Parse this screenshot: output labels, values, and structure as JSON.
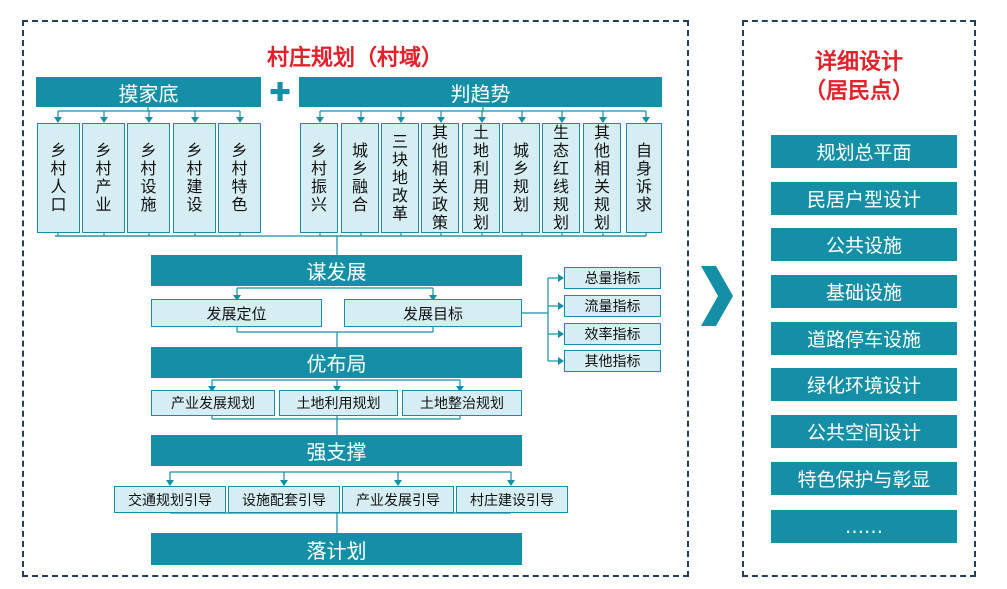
{
  "left_panel": {
    "title": "村庄规划（村域）",
    "mojiadi": {
      "label": "摸家底",
      "items": [
        "乡村人口",
        "乡村产业",
        "乡村设施",
        "乡村建设",
        "乡村特色"
      ]
    },
    "plus_symbol": "✚",
    "panqushi": {
      "label": "判趋势",
      "items": [
        "乡村振兴",
        "城乡融合",
        "三块地改革",
        "其他相关政策",
        "土地利用规划",
        "城乡规划",
        "生态红线规划",
        "其他相关规划",
        "自身诉求"
      ]
    },
    "moufazhan": {
      "label": "谋发展",
      "subitems": [
        "发展定位",
        "发展目标"
      ],
      "indicators": [
        "总量指标",
        "流量指标",
        "效率指标",
        "其他指标"
      ]
    },
    "youbuju": {
      "label": "优布局",
      "subitems": [
        "产业发展规划",
        "土地利用规划",
        "土地整治规划"
      ]
    },
    "qiangzhicheng": {
      "label": "强支撑",
      "subitems": [
        "交通规划引导",
        "设施配套引导",
        "产业发展引导",
        "村庄建设引导"
      ]
    },
    "luojihua": {
      "label": "落计划"
    }
  },
  "right_panel": {
    "title_line1": "详细设计",
    "title_line2": "（居民点）",
    "items": [
      "规划总平面",
      "民居户型设计",
      "公共设施",
      "基础设施",
      "道路停车设施",
      "绿化环境设计",
      "公共空间设计",
      "特色保护与彰显",
      "……"
    ]
  },
  "colors": {
    "teal": "#148fa6",
    "light": "#d6eef3",
    "title_red": "#e4202a",
    "frame": "#1f3f5a"
  }
}
